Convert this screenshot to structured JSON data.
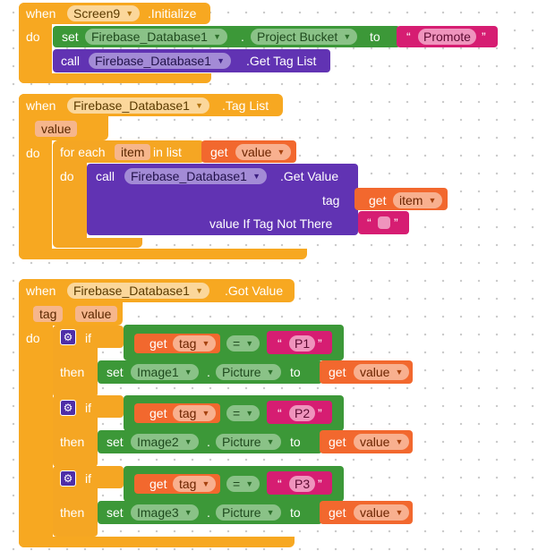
{
  "keywords": {
    "when": "when",
    "do": "do",
    "set": "set",
    "to": "to",
    "call": "call",
    "for_each": "for each",
    "in_list": "in list",
    "get": "get",
    "tag": "tag",
    "value_if_tag_not_there": "value If Tag Not There",
    "if": "if",
    "then": "then",
    "dot": ".",
    "eq": "=",
    "q_open": "“",
    "q_close": "”"
  },
  "block1": {
    "component": "Screen9",
    "event": ".Initialize",
    "set_component": "Firebase_Database1",
    "set_property": "Project Bucket",
    "set_value": "Promote",
    "call_component": "Firebase_Database1",
    "call_method": ".Get Tag List"
  },
  "block2": {
    "component": "Firebase_Database1",
    "event": ".Tag List",
    "param": "value",
    "loop_var": "item",
    "list_var": "value",
    "call_component": "Firebase_Database1",
    "call_method": ".Get Value",
    "tag_var": "item"
  },
  "block3": {
    "component": "Firebase_Database1",
    "event": ".Got Value",
    "params": [
      "tag",
      "value"
    ],
    "branches": [
      {
        "compare_var": "tag",
        "op": "=",
        "literal": "P1",
        "image": "Image1",
        "property": "Picture",
        "value_var": "value"
      },
      {
        "compare_var": "tag",
        "op": "=",
        "literal": "P2",
        "image": "Image2",
        "property": "Picture",
        "value_var": "value"
      },
      {
        "compare_var": "tag",
        "op": "=",
        "literal": "P3",
        "image": "Image3",
        "property": "Picture",
        "value_var": "value"
      }
    ]
  },
  "colors": {
    "event": "#f7a821",
    "procedure": "#6133b3",
    "setter": "#3c9838",
    "variable": "#f2682e",
    "text": "#d61d72"
  },
  "icons": {
    "dropdown": "dropdown-caret-icon",
    "mutator": "gear-icon"
  }
}
